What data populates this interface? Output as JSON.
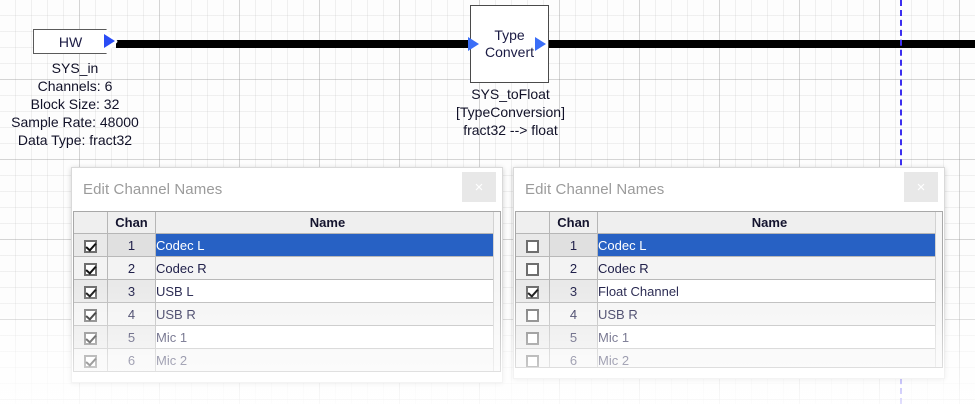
{
  "diagram": {
    "blocks": [
      {
        "id": "sys-in",
        "label": "HW",
        "caption": "SYS_in\nChannels: 6\nBlock Size: 32\nSample Rate: 48000\nData Type: fract32"
      },
      {
        "id": "sys-tofloat",
        "label_line1": "Type",
        "label_line2": "Convert",
        "caption": "SYS_toFloat\n[TypeConversion]\nfract32 --> float"
      }
    ],
    "guide_color": "#3c2ef0",
    "wire_color": "#000000",
    "port_color": "#2a4cf5"
  },
  "dialogs": [
    {
      "id": "left",
      "title": "Edit Channel Names",
      "close_label": "×",
      "columns": [
        "",
        "Chan",
        "Name"
      ],
      "rows": [
        {
          "checked": true,
          "chan": "1",
          "name": "Codec L",
          "selected": true
        },
        {
          "checked": true,
          "chan": "2",
          "name": "Codec R",
          "selected": false
        },
        {
          "checked": true,
          "chan": "3",
          "name": "USB L",
          "selected": false
        },
        {
          "checked": true,
          "chan": "4",
          "name": "USB R",
          "selected": false
        },
        {
          "checked": true,
          "chan": "5",
          "name": "Mic 1",
          "selected": false
        },
        {
          "checked": true,
          "chan": "6",
          "name": "Mic 2",
          "selected": false
        }
      ]
    },
    {
      "id": "right",
      "title": "Edit Channel Names",
      "close_label": "×",
      "columns": [
        "",
        "Chan",
        "Name"
      ],
      "rows": [
        {
          "checked": false,
          "chan": "1",
          "name": "Codec L",
          "selected": true
        },
        {
          "checked": false,
          "chan": "2",
          "name": "Codec R",
          "selected": false
        },
        {
          "checked": true,
          "chan": "3",
          "name": "Float Channel",
          "selected": false
        },
        {
          "checked": false,
          "chan": "4",
          "name": "USB R",
          "selected": false
        },
        {
          "checked": false,
          "chan": "5",
          "name": "Mic 1",
          "selected": false
        },
        {
          "checked": false,
          "chan": "6",
          "name": "Mic 2",
          "selected": false
        }
      ]
    }
  ],
  "colors": {
    "selection": "#2761c4",
    "title_text": "#9b9b9b",
    "accent_port": "#2a4cf5"
  }
}
